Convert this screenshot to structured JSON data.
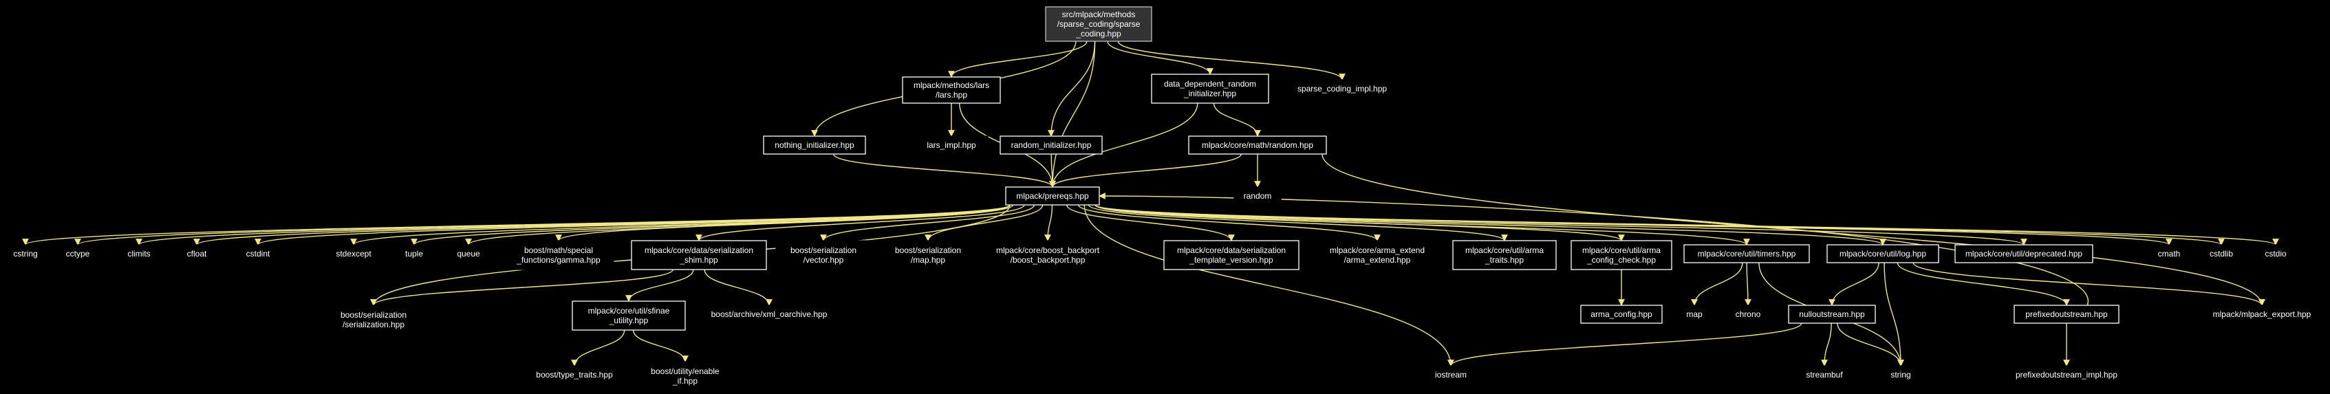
{
  "colors": {
    "background": "#000000",
    "node_text": "#ffffff",
    "node_border": "#bfbfbf",
    "linked_node_border": "#ffffff",
    "root_fill": "#333333",
    "edge": "#f0e68c"
  },
  "graph": {
    "root": "sparse_coding",
    "nodes": [
      {
        "id": "sparse_coding",
        "lines": [
          "src/mlpack/methods",
          "/sparse_coding/sparse",
          "_coding.hpp"
        ],
        "style": "root"
      },
      {
        "id": "lars",
        "lines": [
          "mlpack/methods/lars",
          "/lars.hpp"
        ],
        "style": "linked"
      },
      {
        "id": "data_dep",
        "lines": [
          "data_dependent_random",
          "_initializer.hpp"
        ],
        "style": "linked"
      },
      {
        "id": "sc_impl",
        "lines": [
          "sparse_coding_impl.hpp"
        ],
        "style": "plain"
      },
      {
        "id": "nothing_init",
        "lines": [
          "nothing_initializer.hpp"
        ],
        "style": "linked"
      },
      {
        "id": "lars_impl",
        "lines": [
          "lars_impl.hpp"
        ],
        "style": "plain"
      },
      {
        "id": "random_init",
        "lines": [
          "random_initializer.hpp"
        ],
        "style": "linked"
      },
      {
        "id": "random_hpp",
        "lines": [
          "mlpack/core/math/random.hpp"
        ],
        "style": "linked"
      },
      {
        "id": "prereqs",
        "lines": [
          "mlpack/prereqs.hpp"
        ],
        "style": "linked"
      },
      {
        "id": "random",
        "lines": [
          "random"
        ],
        "style": "plain"
      },
      {
        "id": "cstring",
        "lines": [
          "cstring"
        ],
        "style": "plain"
      },
      {
        "id": "cctype",
        "lines": [
          "cctype"
        ],
        "style": "plain"
      },
      {
        "id": "climits",
        "lines": [
          "climits"
        ],
        "style": "plain"
      },
      {
        "id": "cfloat",
        "lines": [
          "cfloat"
        ],
        "style": "plain"
      },
      {
        "id": "cstdint",
        "lines": [
          "cstdint"
        ],
        "style": "plain"
      },
      {
        "id": "stdexcept",
        "lines": [
          "stdexcept"
        ],
        "style": "plain"
      },
      {
        "id": "tuple",
        "lines": [
          "tuple"
        ],
        "style": "plain"
      },
      {
        "id": "queue",
        "lines": [
          "queue"
        ],
        "style": "plain"
      },
      {
        "id": "gamma",
        "lines": [
          "boost/math/special",
          "_functions/gamma.hpp"
        ],
        "style": "plain"
      },
      {
        "id": "ser_shim",
        "lines": [
          "mlpack/core/data/serialization",
          "_shim.hpp"
        ],
        "style": "linked"
      },
      {
        "id": "bs_vector",
        "lines": [
          "boost/serialization",
          "/vector.hpp"
        ],
        "style": "plain"
      },
      {
        "id": "bs_map",
        "lines": [
          "boost/serialization",
          "/map.hpp"
        ],
        "style": "plain"
      },
      {
        "id": "boost_backport",
        "lines": [
          "mlpack/core/boost_backport",
          "/boost_backport.hpp"
        ],
        "style": "plain"
      },
      {
        "id": "ser_tv",
        "lines": [
          "mlpack/core/data/serialization",
          "_template_version.hpp"
        ],
        "style": "linked"
      },
      {
        "id": "arma_extend",
        "lines": [
          "mlpack/core/arma_extend",
          "/arma_extend.hpp"
        ],
        "style": "plain"
      },
      {
        "id": "arma_traits",
        "lines": [
          "mlpack/core/util/arma",
          "_traits.hpp"
        ],
        "style": "linked"
      },
      {
        "id": "arma_cc",
        "lines": [
          "mlpack/core/util/arma",
          "_config_check.hpp"
        ],
        "style": "linked"
      },
      {
        "id": "timers",
        "lines": [
          "mlpack/core/util/timers.hpp"
        ],
        "style": "linked"
      },
      {
        "id": "log",
        "lines": [
          "mlpack/core/util/log.hpp"
        ],
        "style": "linked"
      },
      {
        "id": "deprecated",
        "lines": [
          "mlpack/core/util/deprecated.hpp"
        ],
        "style": "linked"
      },
      {
        "id": "cmath",
        "lines": [
          "cmath"
        ],
        "style": "plain"
      },
      {
        "id": "cstdlib",
        "lines": [
          "cstdlib"
        ],
        "style": "plain"
      },
      {
        "id": "cstdio",
        "lines": [
          "cstdio"
        ],
        "style": "plain"
      },
      {
        "id": "bs_serialization",
        "lines": [
          "boost/serialization",
          "/serialization.hpp"
        ],
        "style": "plain"
      },
      {
        "id": "sfinae",
        "lines": [
          "mlpack/core/util/sfinae",
          "_utility.hpp"
        ],
        "style": "linked"
      },
      {
        "id": "xml_oarchive",
        "lines": [
          "boost/archive/xml_oarchive.hpp"
        ],
        "style": "plain"
      },
      {
        "id": "arma_config",
        "lines": [
          "arma_config.hpp"
        ],
        "style": "linked"
      },
      {
        "id": "map",
        "lines": [
          "map"
        ],
        "style": "plain"
      },
      {
        "id": "chrono",
        "lines": [
          "chrono"
        ],
        "style": "plain"
      },
      {
        "id": "nullout",
        "lines": [
          "nulloutstream.hpp"
        ],
        "style": "linked"
      },
      {
        "id": "prefixed",
        "lines": [
          "prefixedoutstream.hpp"
        ],
        "style": "linked"
      },
      {
        "id": "export",
        "lines": [
          "mlpack/mlpack_export.hpp"
        ],
        "style": "plain"
      },
      {
        "id": "type_traits",
        "lines": [
          "boost/type_traits.hpp"
        ],
        "style": "plain"
      },
      {
        "id": "enable_if",
        "lines": [
          "boost/utility/enable",
          "_if.hpp"
        ],
        "style": "plain"
      },
      {
        "id": "iostream",
        "lines": [
          "iostream"
        ],
        "style": "plain"
      },
      {
        "id": "streambuf",
        "lines": [
          "streambuf"
        ],
        "style": "plain"
      },
      {
        "id": "string",
        "lines": [
          "string"
        ],
        "style": "plain"
      },
      {
        "id": "prefixed_impl",
        "lines": [
          "prefixedoutstream_impl.hpp"
        ],
        "style": "plain"
      }
    ],
    "edges": [
      [
        "sparse_coding",
        "lars"
      ],
      [
        "sparse_coding",
        "data_dep"
      ],
      [
        "sparse_coding",
        "sc_impl"
      ],
      [
        "sparse_coding",
        "nothing_init"
      ],
      [
        "sparse_coding",
        "random_init"
      ],
      [
        "sparse_coding",
        "prereqs"
      ],
      [
        "lars",
        "lars_impl"
      ],
      [
        "lars",
        "prereqs"
      ],
      [
        "data_dep",
        "random_hpp"
      ],
      [
        "data_dep",
        "prereqs"
      ],
      [
        "nothing_init",
        "prereqs"
      ],
      [
        "random_init",
        "prereqs"
      ],
      [
        "random_hpp",
        "prereqs"
      ],
      [
        "random_hpp",
        "random"
      ],
      [
        "random_hpp",
        "export"
      ],
      [
        "prereqs",
        "cstring"
      ],
      [
        "prereqs",
        "cctype"
      ],
      [
        "prereqs",
        "climits"
      ],
      [
        "prereqs",
        "cfloat"
      ],
      [
        "prereqs",
        "cstdint"
      ],
      [
        "prereqs",
        "stdexcept"
      ],
      [
        "prereqs",
        "tuple"
      ],
      [
        "prereqs",
        "queue"
      ],
      [
        "prereqs",
        "gamma"
      ],
      [
        "prereqs",
        "ser_shim"
      ],
      [
        "prereqs",
        "bs_vector"
      ],
      [
        "prereqs",
        "bs_map"
      ],
      [
        "prereqs",
        "boost_backport"
      ],
      [
        "prereqs",
        "ser_tv"
      ],
      [
        "prereqs",
        "arma_extend"
      ],
      [
        "prereqs",
        "arma_traits"
      ],
      [
        "prereqs",
        "arma_cc"
      ],
      [
        "prereqs",
        "timers"
      ],
      [
        "prereqs",
        "log"
      ],
      [
        "prereqs",
        "deprecated"
      ],
      [
        "prereqs",
        "cmath"
      ],
      [
        "prereqs",
        "cstdlib"
      ],
      [
        "prereqs",
        "cstdio"
      ],
      [
        "prereqs",
        "bs_serialization"
      ],
      [
        "prereqs",
        "iostream"
      ],
      [
        "ser_shim",
        "bs_serialization"
      ],
      [
        "ser_shim",
        "sfinae"
      ],
      [
        "ser_shim",
        "xml_oarchive"
      ],
      [
        "sfinae",
        "type_traits"
      ],
      [
        "sfinae",
        "enable_if"
      ],
      [
        "arma_cc",
        "arma_config"
      ],
      [
        "timers",
        "map"
      ],
      [
        "timers",
        "chrono"
      ],
      [
        "timers",
        "string"
      ],
      [
        "log",
        "nullout"
      ],
      [
        "log",
        "prefixed"
      ],
      [
        "log",
        "export"
      ],
      [
        "log",
        "string"
      ],
      [
        "nullout",
        "iostream"
      ],
      [
        "nullout",
        "streambuf"
      ],
      [
        "nullout",
        "string"
      ],
      [
        "prefixed",
        "prefixed_impl"
      ],
      [
        "prefixed",
        "prereqs"
      ]
    ]
  }
}
